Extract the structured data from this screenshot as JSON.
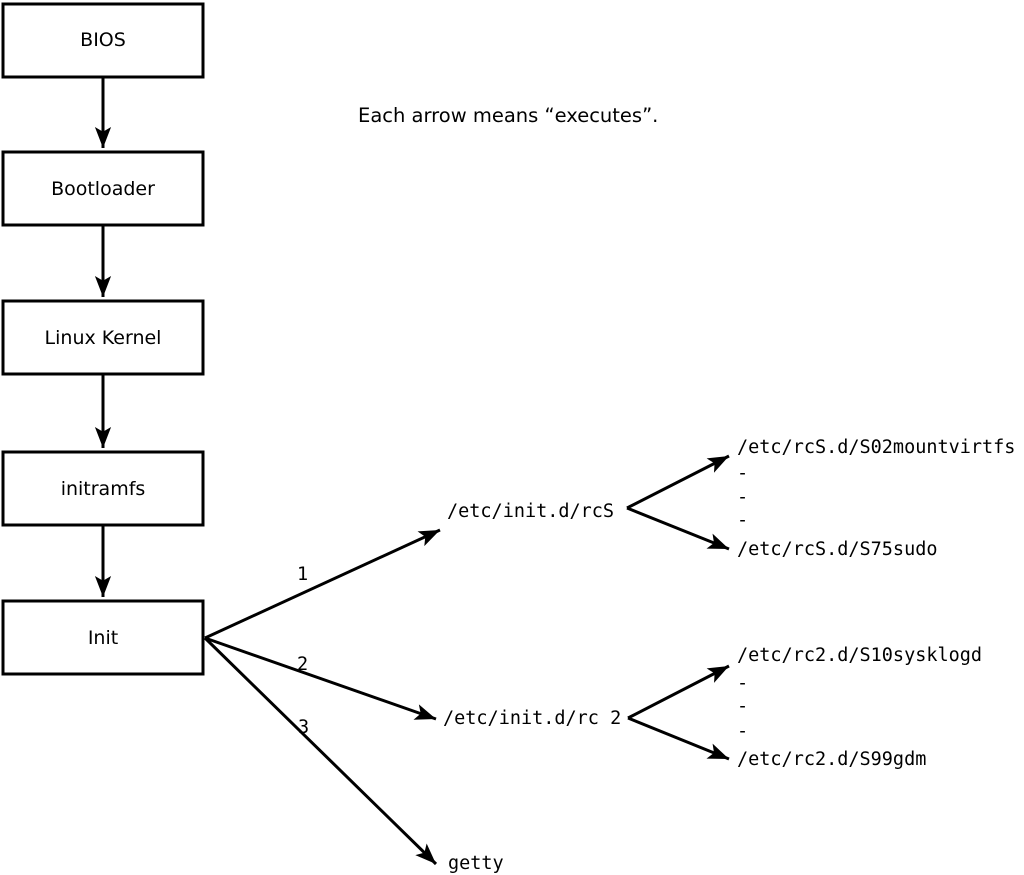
{
  "note": {
    "text": "Each arrow means “executes”."
  },
  "flow": {
    "boxes": [
      {
        "label": "BIOS"
      },
      {
        "label": "Bootloader"
      },
      {
        "label": "Linux Kernel"
      },
      {
        "label": "initramfs"
      },
      {
        "label": "Init"
      }
    ]
  },
  "branches": [
    {
      "number": "1",
      "target": "/etc/init.d/rcS",
      "children": [
        "/etc/rcS.d/S02mountvirtfs",
        "-",
        "-",
        "-",
        "/etc/rcS.d/S75sudo"
      ]
    },
    {
      "number": "2",
      "target": "/etc/init.d/rc 2",
      "children": [
        "/etc/rc2.d/S10sysklogd",
        "-",
        "-",
        "-",
        "/etc/rc2.d/S99gdm"
      ]
    },
    {
      "number": "3",
      "target": "getty"
    }
  ],
  "colors": {
    "ink": "#000000",
    "background": "#ffffff",
    "box_fill": "#ffffff"
  }
}
